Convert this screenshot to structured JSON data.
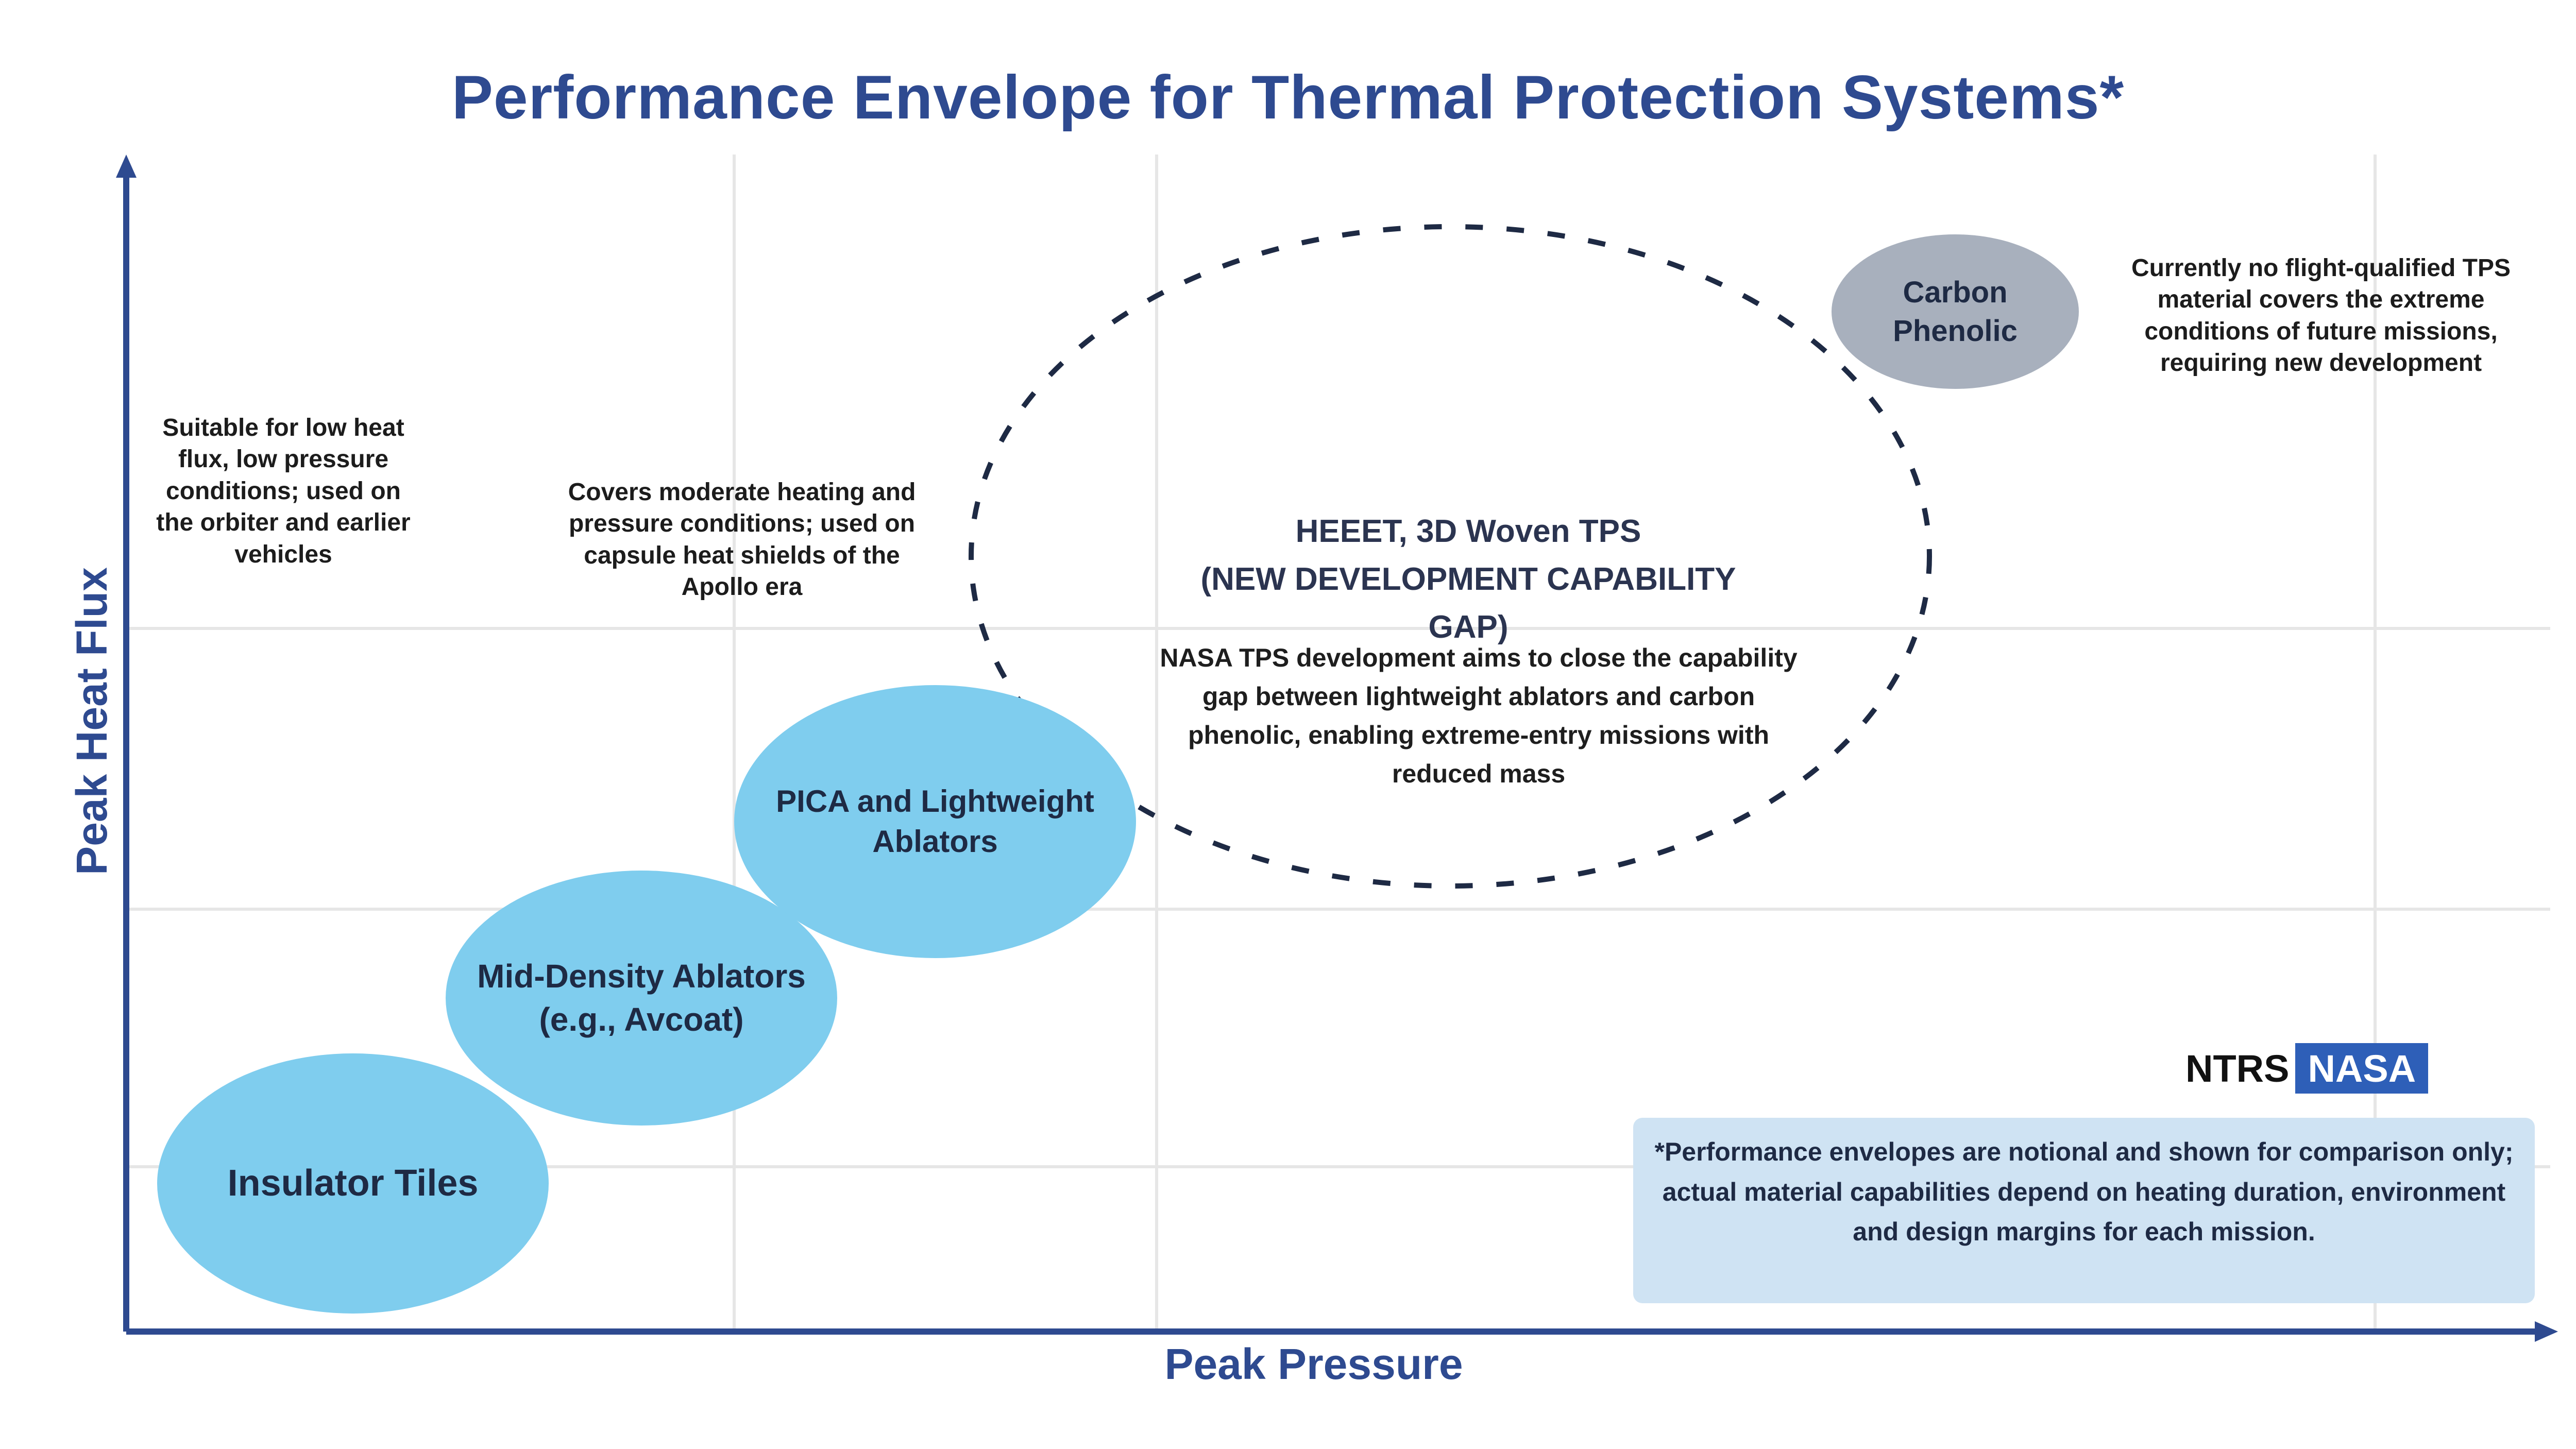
{
  "title": "Performance Envelope for Thermal Protection Systems*",
  "axes": {
    "x_label": "Peak Pressure",
    "y_label": "Peak Heat Flux"
  },
  "annotations": {
    "left_note": "Suitable for low heat flux, low pressure conditions; used on the orbiter and earlier vehicles",
    "middle_note": "Covers moderate heating and pressure conditions; used on capsule heat shields of the Apollo era",
    "right_note": "Currently no flight-qualified TPS material covers the extreme conditions of future missions, requiring new development"
  },
  "bubbles": {
    "insulator": "Insulator Tiles",
    "ablator_mid": "Mid-Density Ablators (e.g., Avcoat)",
    "pica": "PICA and Lightweight Ablators",
    "carbon": "Carbon Phenolic"
  },
  "dashed_region": {
    "title_line1": "HEEET, 3D Woven TPS",
    "title_line2": "(NEW DEVELOPMENT CAPABILITY GAP)",
    "body": "NASA TPS development aims to close the capability gap between lightweight ablators and carbon phenolic, enabling extreme-entry missions with reduced mass"
  },
  "brand": {
    "part1": "NTRS",
    "part2": "NASA"
  },
  "footnote": "*Performance envelopes are notional and shown for comparison only; actual material capabilities depend on heating duration, environment and design margins for each mission.",
  "colors": {
    "title": "#2e4a90",
    "axis": "#2e4a90",
    "bubble_light": "#7fcdee",
    "bubble_grey": "#a8b0bd",
    "footnote_bg": "#cfe3f3",
    "brand_bg": "#2e5fb8"
  }
}
